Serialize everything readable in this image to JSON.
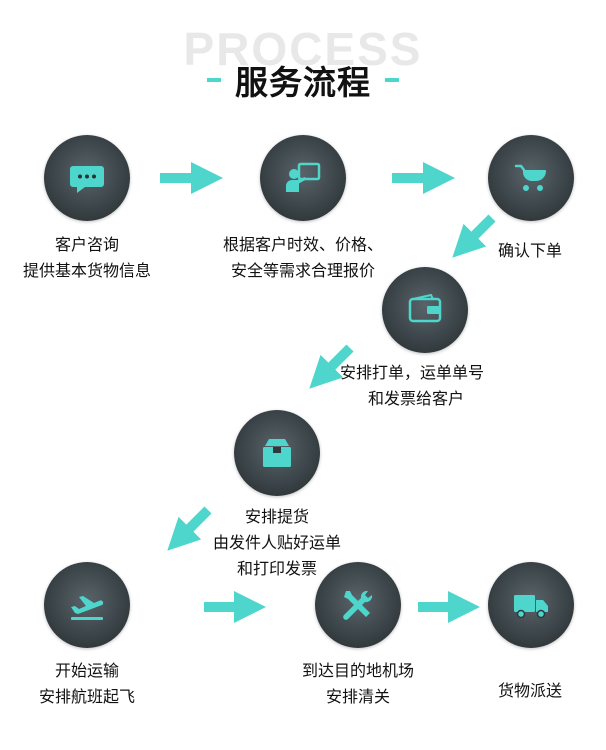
{
  "header": {
    "background_word": "PROCESS",
    "title": "服务流程"
  },
  "colors": {
    "accent": "#4fd6cc",
    "circle": "#3b4448",
    "text": "#111111"
  },
  "steps": [
    {
      "icon": "chat-bubble-icon",
      "lines": [
        "客户咨询",
        "提供基本货物信息"
      ]
    },
    {
      "icon": "presentation-icon",
      "lines": [
        "根据客户时效、价格、",
        "安全等需求合理报价"
      ]
    },
    {
      "icon": "shopping-cart-icon",
      "lines": [
        "确认下单"
      ]
    },
    {
      "icon": "wallet-icon",
      "lines": [
        "安排打单，运单单号",
        "和发票给客户"
      ]
    },
    {
      "icon": "package-icon",
      "lines": [
        "安排提货",
        "由发件人贴好运单",
        "和打印发票"
      ]
    },
    {
      "icon": "airplane-takeoff-icon",
      "lines": [
        "开始运输",
        "安排航班起飞"
      ]
    },
    {
      "icon": "tools-icon",
      "lines": [
        "到达目的地机场",
        "安排清关"
      ]
    },
    {
      "icon": "delivery-truck-icon",
      "lines": [
        "货物派送"
      ]
    }
  ]
}
